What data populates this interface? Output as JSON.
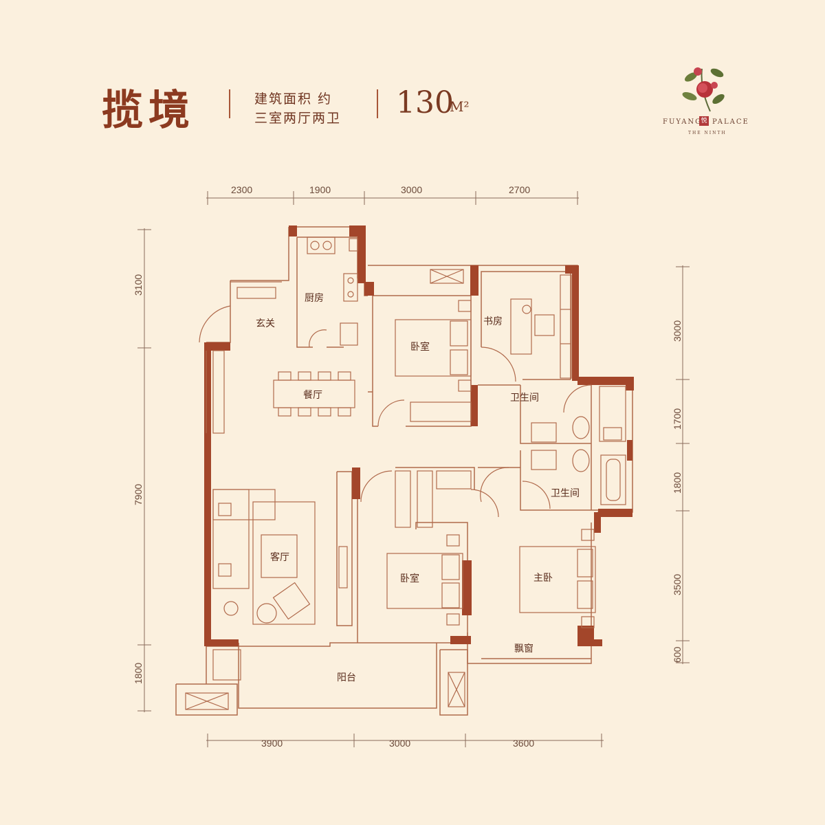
{
  "header": {
    "title": "揽境",
    "spec_line1": "建筑面积  约",
    "spec_line2": "三室两厅两卫",
    "area_value": "130",
    "area_unit": "M²"
  },
  "brand": {
    "left": "FUYANG",
    "seal": "悦",
    "right": "PALACE",
    "sub": "THE NINTH"
  },
  "dimensions": {
    "top": [
      "2300",
      "1900",
      "3000",
      "2700"
    ],
    "bottom": [
      "3900",
      "3000",
      "3600"
    ],
    "left": [
      "3100",
      "7900",
      "1800"
    ],
    "right": [
      "3000",
      "1700",
      "1800",
      "3500",
      "600"
    ]
  },
  "rooms": {
    "entry": "玄关",
    "kitchen": "厨房",
    "dining": "餐厅",
    "bedroom_north": "卧室",
    "study": "书房",
    "bath_1": "卫生间",
    "bath_2": "卫生间",
    "living": "客厅",
    "bedroom_south": "卧室",
    "master": "主卧",
    "bay_window": "飘窗",
    "balcony": "阳台"
  },
  "colors": {
    "background": "#fbf0de",
    "wall": "#a3462a",
    "line": "#b06a4c",
    "text": "#7a3a22"
  }
}
